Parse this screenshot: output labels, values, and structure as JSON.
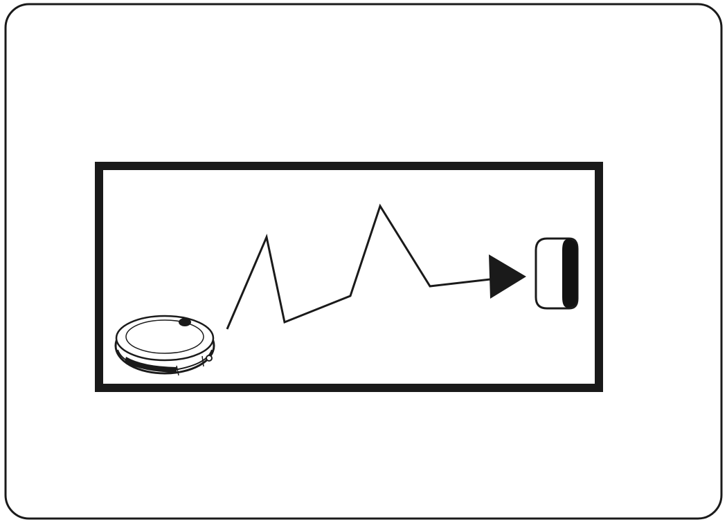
{
  "diagram": {
    "elements": [
      "outer-frame",
      "room",
      "robot-vacuum",
      "zigzag-path",
      "direction-arrow",
      "charging-dock"
    ],
    "colors": {
      "line": "#1a1a1a",
      "background": "#ffffff",
      "robot_fill": "#ffffff",
      "dock_fill": "#ffffff",
      "dock_accent": "#111111"
    },
    "icons": {
      "robot": "robot-vacuum-icon",
      "dock": "charging-dock-icon",
      "arrow": "arrowhead-icon"
    }
  }
}
